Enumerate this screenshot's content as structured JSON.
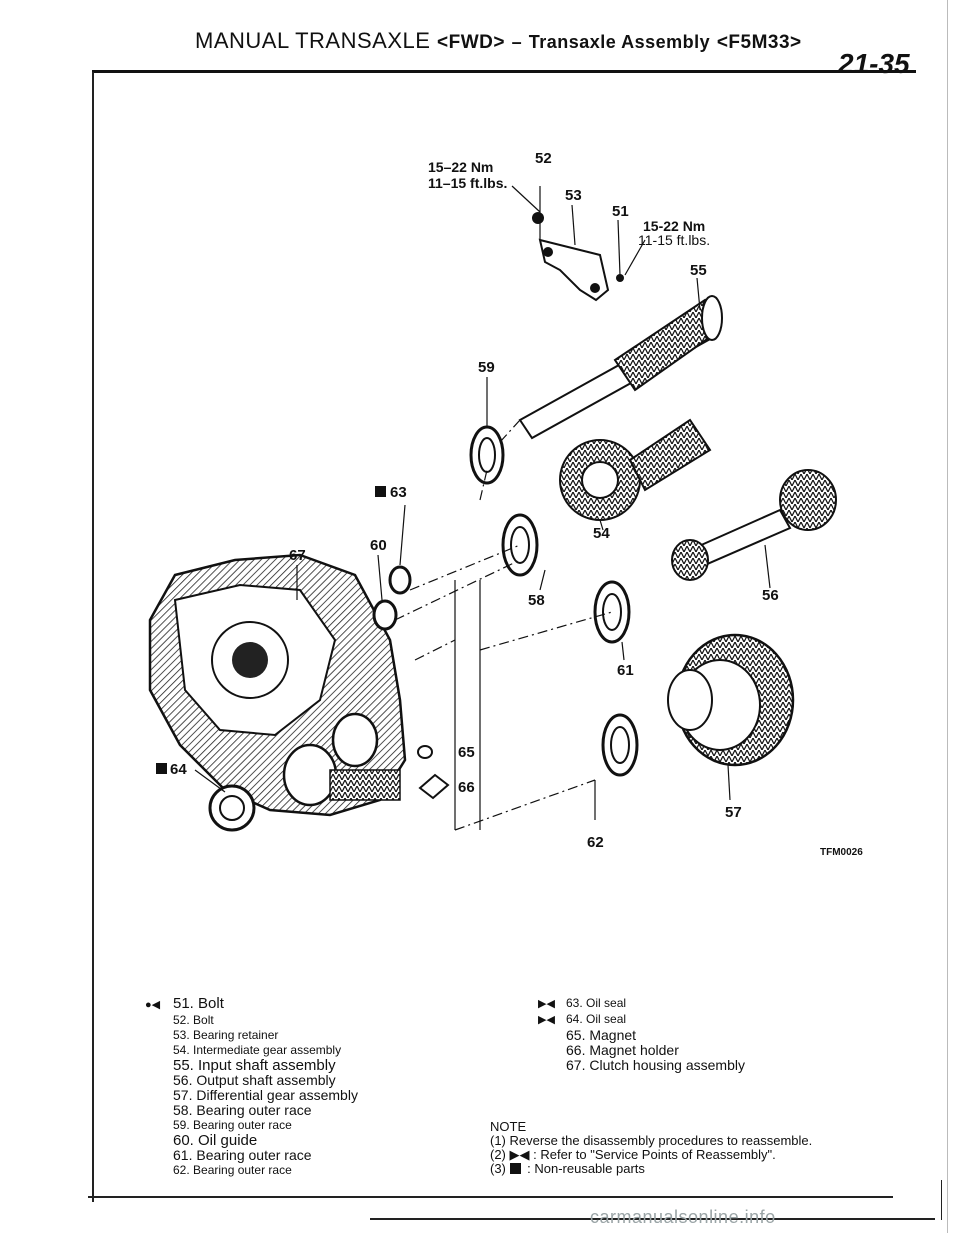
{
  "header": {
    "section_title": "MANUAL TRANSAXLE",
    "fwd": "<FWD>",
    "dash": "–",
    "subtitle": "Transaxle Assembly",
    "model": "<F5M33>",
    "page_number": "21-35"
  },
  "diagram": {
    "torque_1": {
      "nm": "15–22 Nm",
      "ftlbs": "11–15 ft.lbs."
    },
    "torque_2": {
      "nm": "15-22 Nm",
      "ftlbs": "11-15 ft.lbs."
    },
    "callouts": {
      "c51": "51",
      "c52": "52",
      "c53": "53",
      "c54": "54",
      "c55": "55",
      "c56": "56",
      "c57": "57",
      "c58": "58",
      "c59": "59",
      "c60": "60",
      "c61": "61",
      "c62": "62",
      "c63": "63",
      "c64": "64",
      "c65": "65",
      "c66": "66",
      "c67": "67"
    },
    "figure_code": "TFM0026"
  },
  "legend": {
    "left": [
      {
        "mark": "●◀",
        "text": "51. Bolt"
      },
      {
        "mark": "",
        "text": "52. Bolt"
      },
      {
        "mark": "",
        "text": "53. Bearing retainer"
      },
      {
        "mark": "",
        "text": "54. Intermediate gear assembly"
      },
      {
        "mark": "",
        "text": "55. Input shaft assembly"
      },
      {
        "mark": "",
        "text": "56. Output shaft assembly"
      },
      {
        "mark": "",
        "text": "57. Differential gear assembly"
      },
      {
        "mark": "",
        "text": "58. Bearing outer race"
      },
      {
        "mark": "",
        "text": "59. Bearing outer race"
      },
      {
        "mark": "",
        "text": "60. Oil guide"
      },
      {
        "mark": "",
        "text": "61. Bearing outer race"
      },
      {
        "mark": "",
        "text": "62. Bearing outer race"
      }
    ],
    "right": [
      {
        "mark": "▶◀",
        "text": "63. Oil seal"
      },
      {
        "mark": "▶◀",
        "text": "64. Oil seal"
      },
      {
        "mark": "",
        "text": "65. Magnet"
      },
      {
        "mark": "",
        "text": "66. Magnet holder"
      },
      {
        "mark": "",
        "text": "67. Clutch housing assembly"
      }
    ]
  },
  "note": {
    "title": "NOTE",
    "line1": "(1) Reverse the disassembly procedures to reassemble.",
    "line2_prefix": "(2)",
    "line2_mark": "▶◀",
    "line2_text": ": Refer to \"Service Points of Reassembly\".",
    "line3_prefix": "(3)",
    "line3_text": ": Non-reusable parts"
  },
  "watermark": "carmanualsonline.info"
}
